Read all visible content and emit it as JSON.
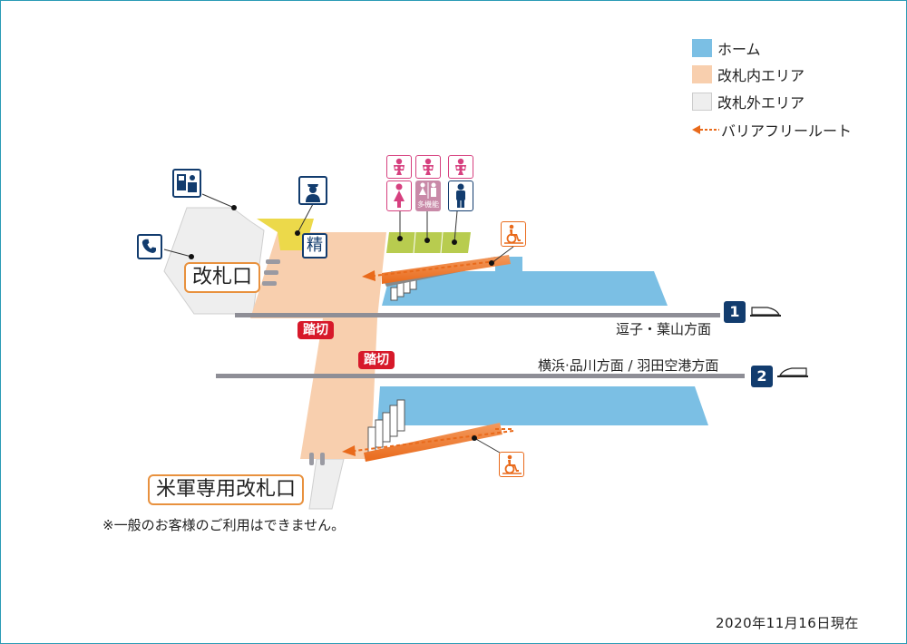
{
  "legend": [
    {
      "label": "ホーム",
      "color": "#7bbfe4",
      "kind": "swatch"
    },
    {
      "label": "改札内エリア",
      "color": "#f8cfae",
      "kind": "swatch"
    },
    {
      "label": "改札外エリア",
      "color": "#eeeeee",
      "kind": "swatch"
    },
    {
      "label": "バリアフリールート",
      "color": "#e96a1b",
      "kind": "dashed-arrow"
    }
  ],
  "labels": {
    "main_gate": "改札口",
    "us_gate": "米軍専用改札口",
    "us_gate_note": "※一般のお客様のご利用はできません。",
    "fare_adjust": "精",
    "crossing_1": "踏切",
    "crossing_2": "踏切",
    "track1_number": "1",
    "track1_direction": "逗子・葉山方面",
    "track2_number": "2",
    "track2_direction": "横浜·品川方面 / 羽田空港方面",
    "multi_toilet": "多機能",
    "date": "2020年11月16日現在"
  },
  "colors": {
    "platform": "#7bbfe4",
    "inside_gate": "#f8cfae",
    "outside_gate": "#eeeeee",
    "toilet_zone": "#b8cc4f",
    "fare_zone": "#ecd94a",
    "route": "#e96a1b",
    "navy": "#123c6e",
    "pink": "#d6407f",
    "crossing": "#d7192a",
    "track": "#8e8e96",
    "frame": "#2a9bb5"
  },
  "icons": [
    "phone-icon",
    "ticket-machine-icon",
    "station-staff-icon",
    "baby-seat-icon",
    "women-toilet-icon",
    "multipurpose-toilet-icon",
    "men-toilet-icon",
    "wheelchair-icon",
    "train-icon"
  ]
}
